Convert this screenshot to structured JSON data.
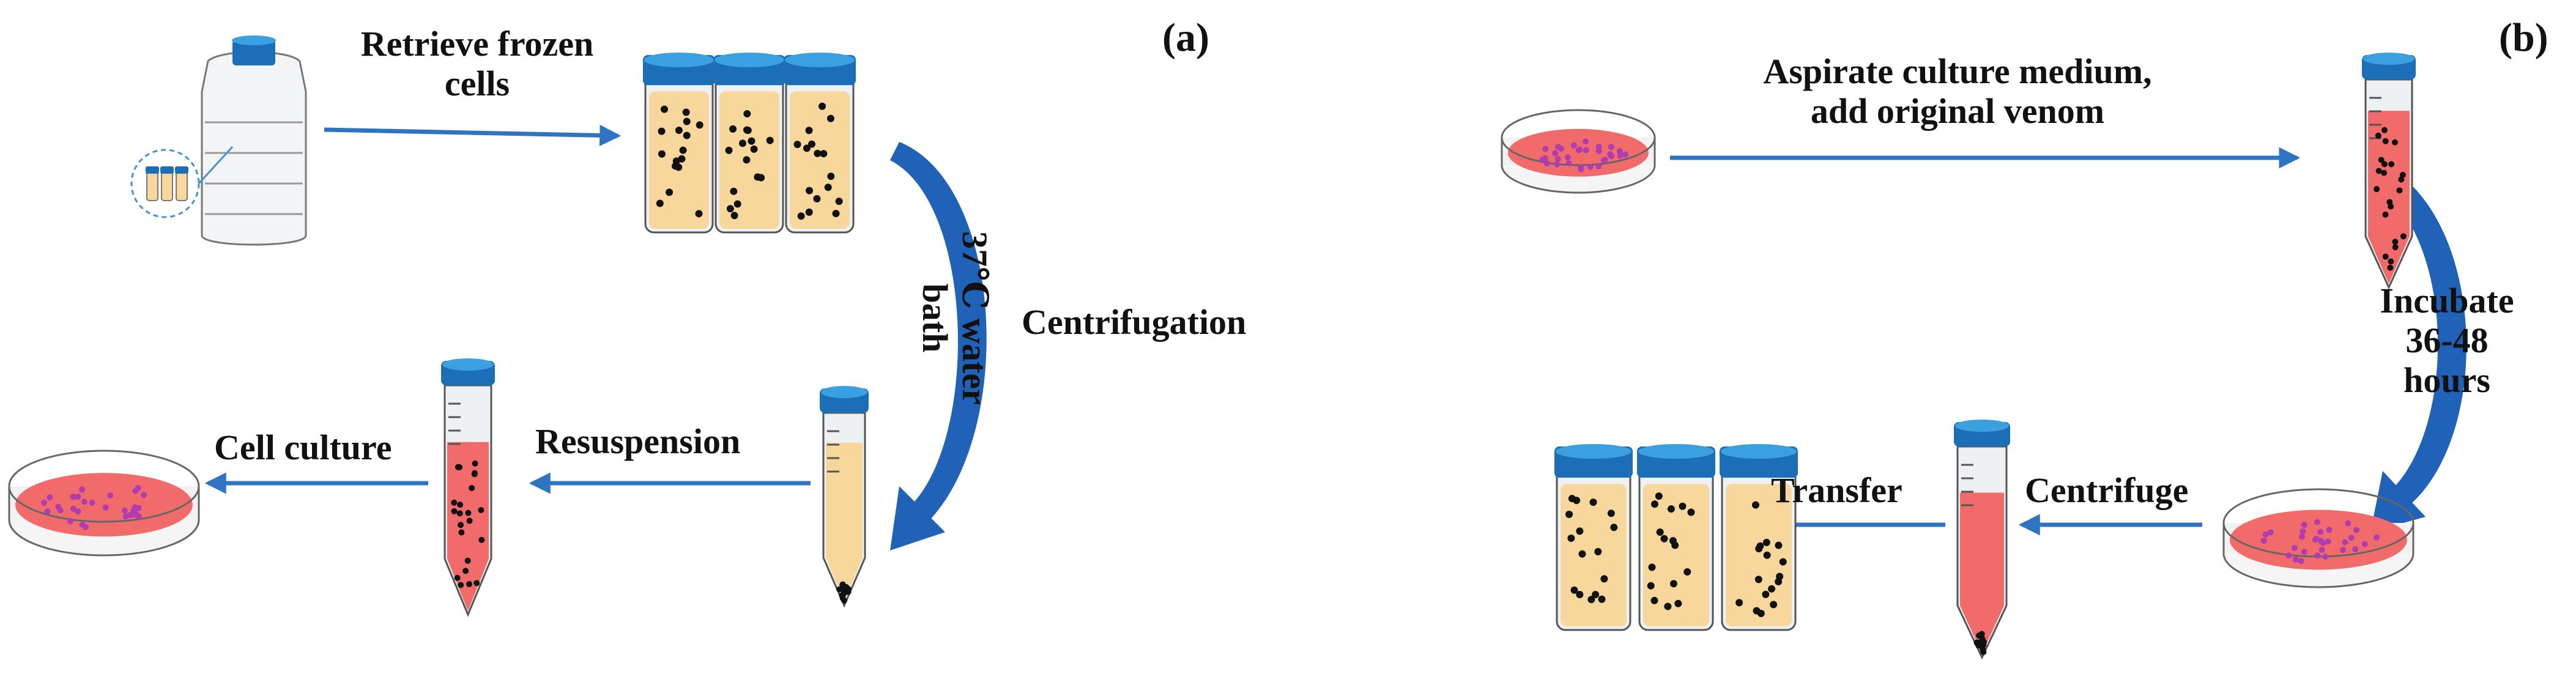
{
  "panel_a": {
    "tag": "(a)",
    "step_retrieve": {
      "line1": "Retrieve frozen",
      "line2": "cells"
    },
    "step_bath": {
      "line1": "37℃ water",
      "line2": "bath"
    },
    "step_centrifugation": "Centrifugation",
    "step_resuspension": "Resuspension",
    "step_culture": "Cell culture"
  },
  "panel_b": {
    "tag": "(b)",
    "step_aspirate": {
      "line1": "Aspirate culture medium,",
      "line2": "add original venom"
    },
    "step_incubate": {
      "line1": "Incubate",
      "line2": "36-48",
      "line3": "hours"
    },
    "step_centrifuge": "Centrifuge",
    "step_transfer": "Transfer"
  },
  "colors": {
    "arrow": "#2f73c3",
    "curve_arrow": "#1f62b8",
    "cap": "#3aa0e0",
    "cap_dark": "#1c6fb6",
    "medium": "#f7d79c",
    "culture": "#f26b6b",
    "cells": "#b13bb1",
    "dots": "#111111"
  }
}
